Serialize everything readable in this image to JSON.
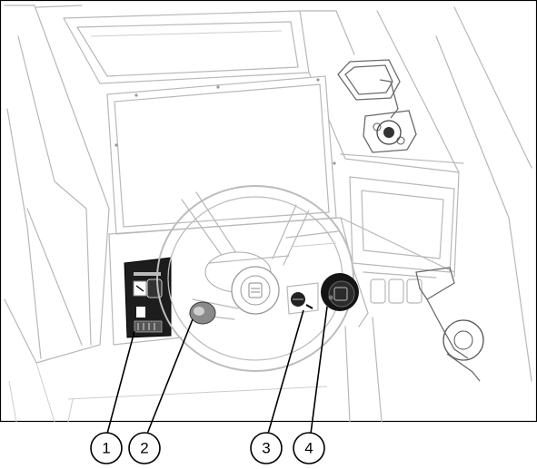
{
  "callouts": [
    {
      "label": "1",
      "target": "battery-switch-panel"
    },
    {
      "label": "2",
      "target": "ignition-key-switch"
    },
    {
      "label": "3",
      "target": "lanyard-stop-switch"
    },
    {
      "label": "4",
      "target": "start-button"
    }
  ]
}
